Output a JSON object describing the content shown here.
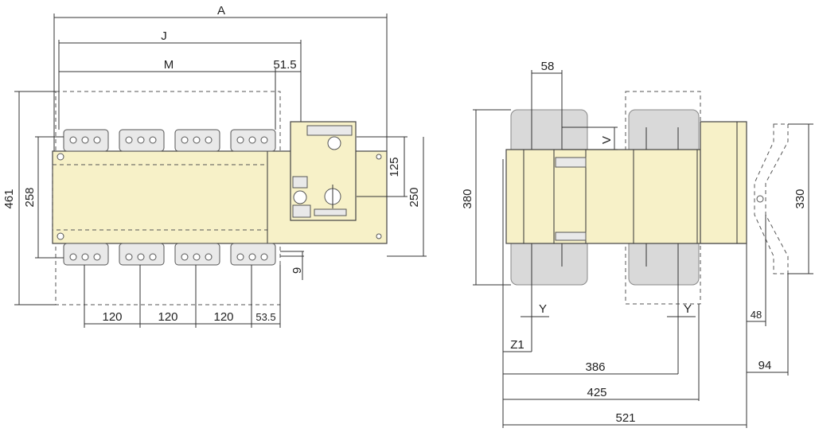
{
  "front_view": {
    "dims": {
      "A": "A",
      "J": "J",
      "M": "M",
      "d51_5": "51.5",
      "d461": "461",
      "d258": "258",
      "d125": "125",
      "d250": "250",
      "d9": "9",
      "pitch1": "120",
      "pitch2": "120",
      "pitch3": "120",
      "d53_5": "53.5"
    }
  },
  "side_view": {
    "dims": {
      "d58": "58",
      "V": "V",
      "d380": "380",
      "d330": "330",
      "Y1": "Y",
      "Y2": "Y",
      "Z1": "Z1",
      "d48": "48",
      "d386": "386",
      "d94": "94",
      "d425": "425",
      "d521": "521"
    }
  }
}
